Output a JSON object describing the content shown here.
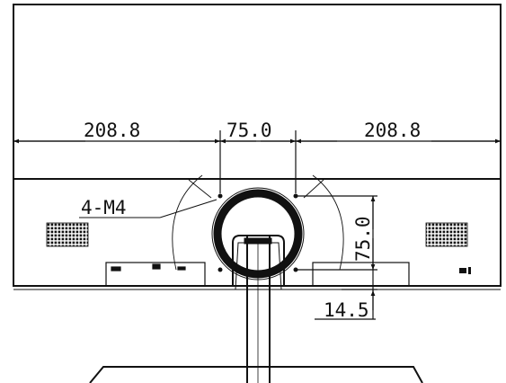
{
  "dimensions": {
    "left_width": "208.8",
    "center_width": "75.0",
    "right_width": "208.8",
    "vesa_height": "75.0",
    "bottom_offset": "14.5"
  },
  "callouts": {
    "screw_label": "4-M4"
  },
  "colors": {
    "line": "#111111",
    "background": "#ffffff"
  }
}
